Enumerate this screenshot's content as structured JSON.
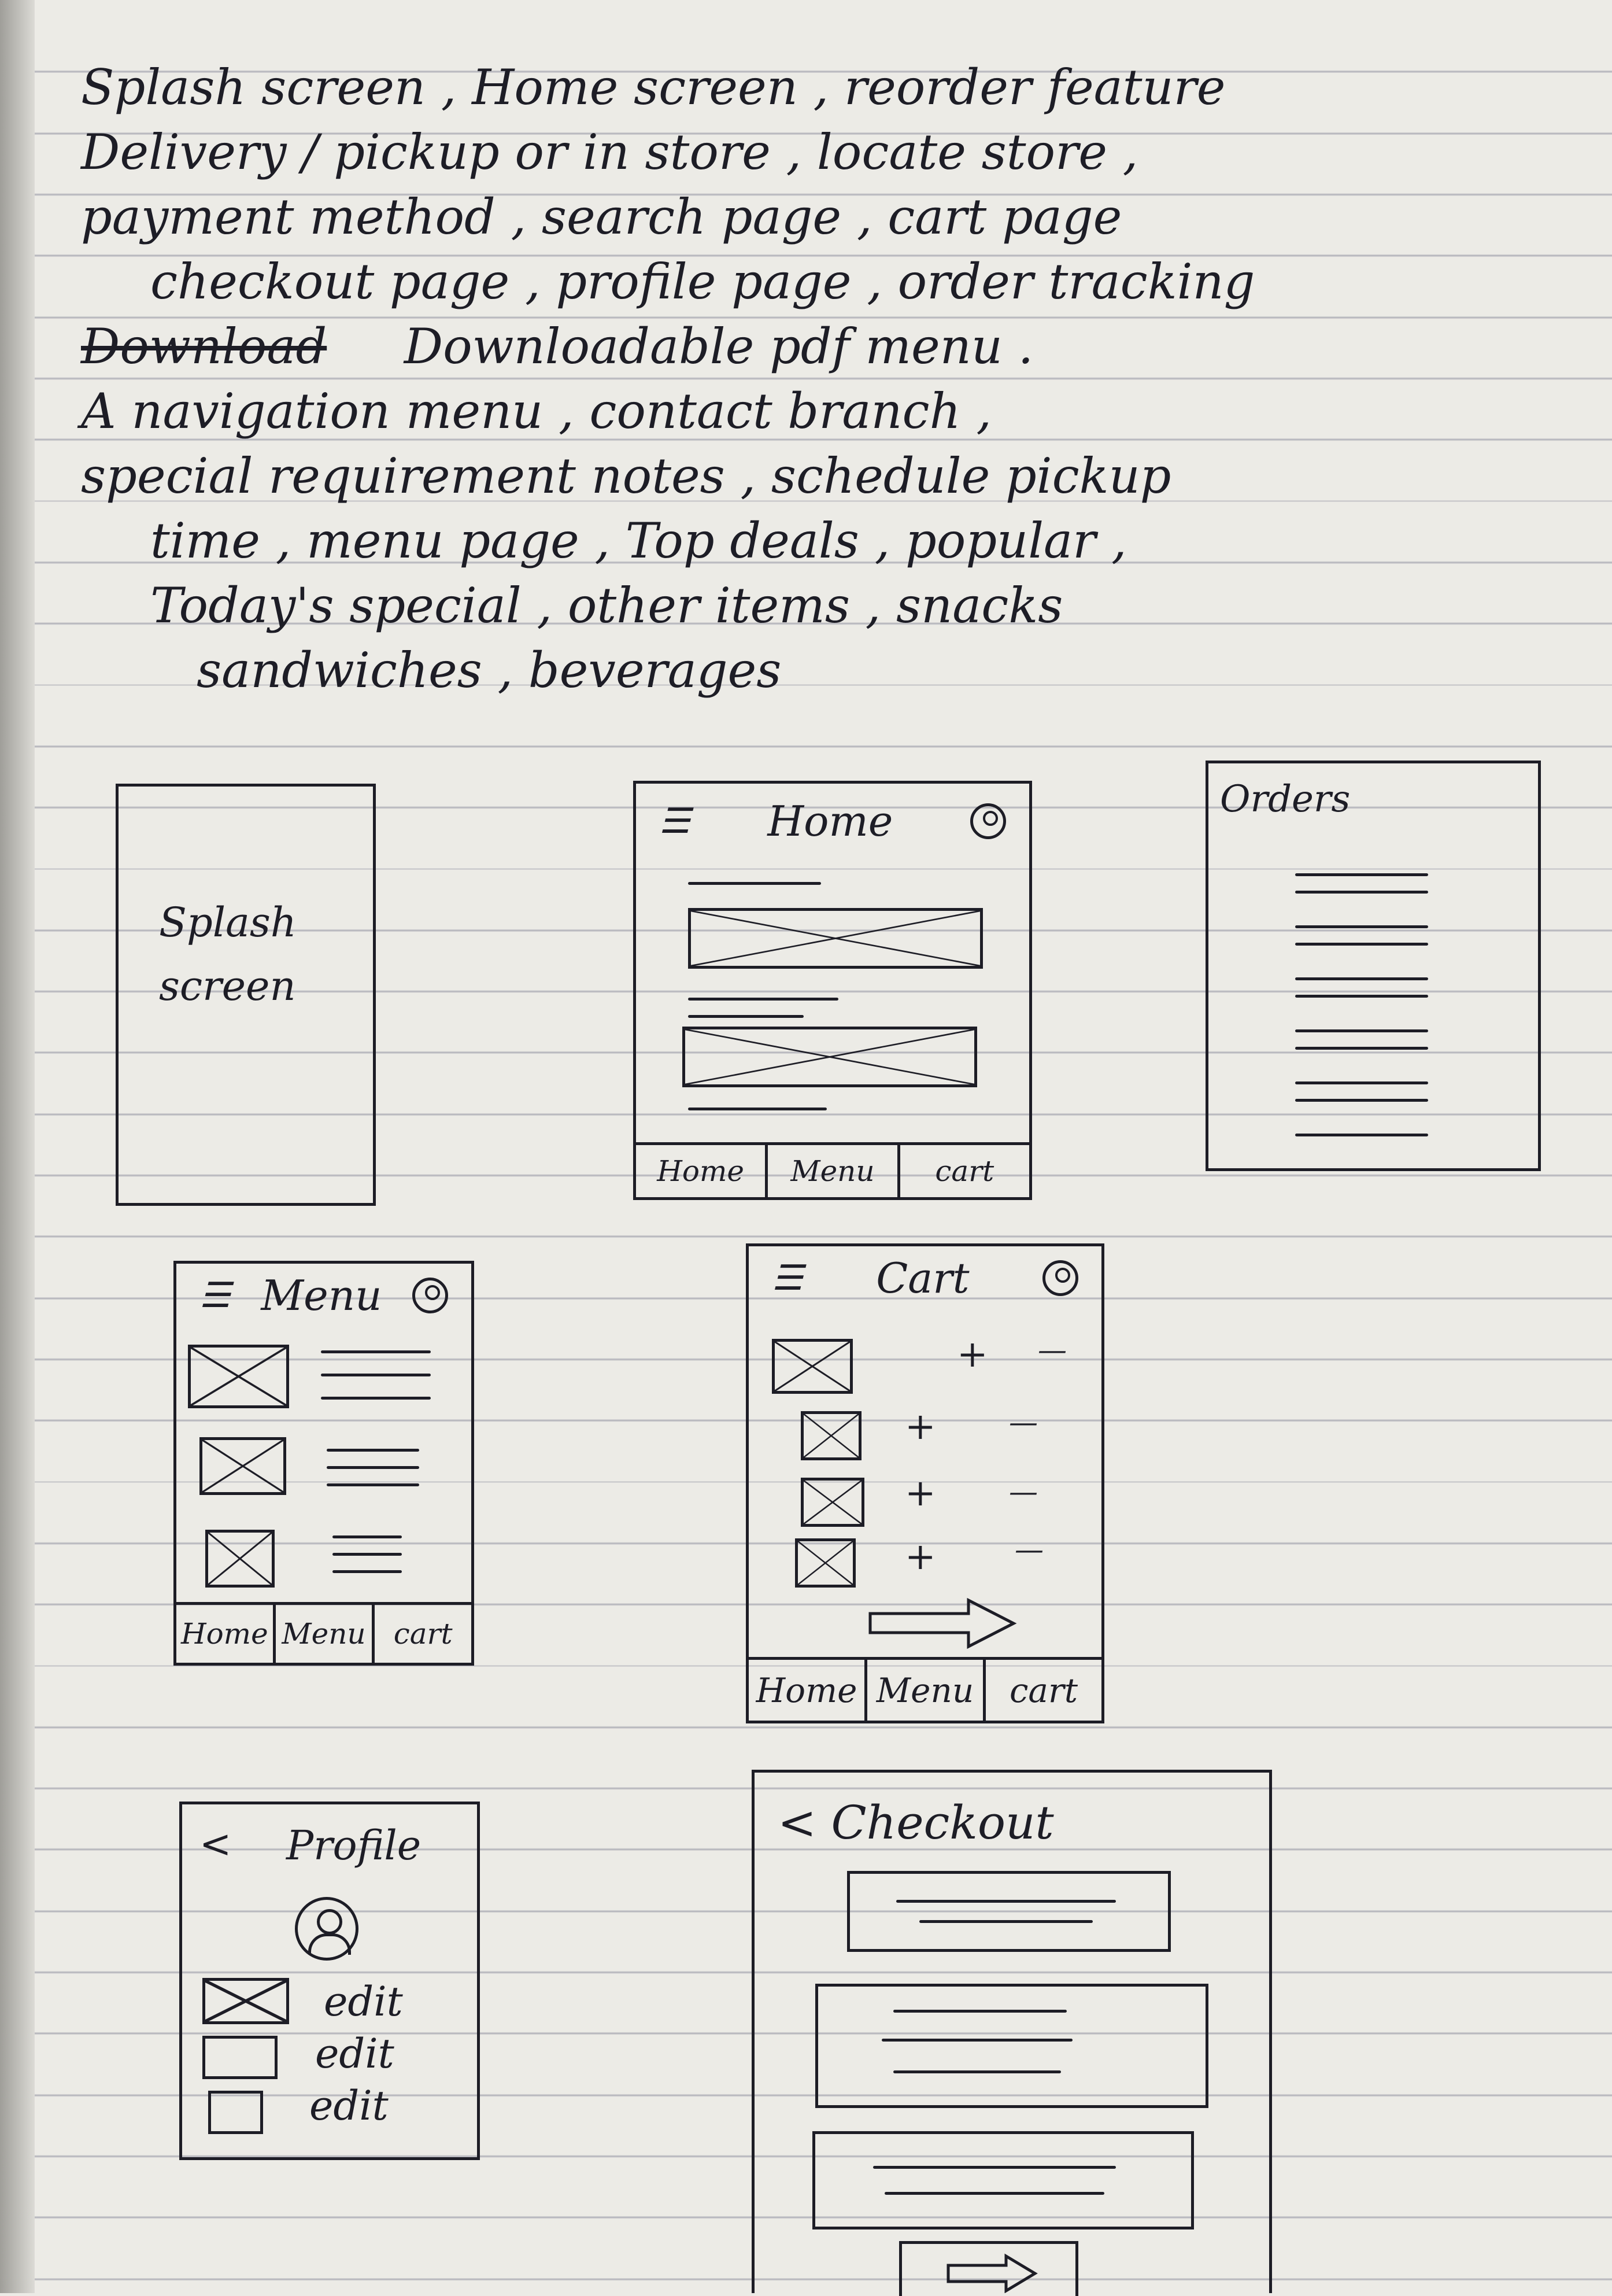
{
  "notes": [
    "Splash screen , Home screen , reorder feature",
    "Delivery / pickup or in store , locate store ,",
    "payment method , search page , cart page",
    "checkout page , profile page , order tracking",
    "Download",
    "Downloadable pdf menu .",
    "A navigation menu , contact branch ,",
    "special requirement notes , schedule pickup",
    "time , menu page , Top deals , popular ,",
    "Today's special , other items , snacks",
    "sandwiches , beverages"
  ],
  "splash": {
    "label_1": "Splash",
    "label_2": "screen"
  },
  "home": {
    "title": "Home"
  },
  "orders": {
    "title": "Orders"
  },
  "menu": {
    "title": "Menu"
  },
  "cart": {
    "title": "Cart",
    "plus": "+",
    "minus": "—"
  },
  "profile": {
    "back": "<",
    "title": "Profile",
    "edit": "edit"
  },
  "checkout": {
    "title": "< Checkout"
  },
  "tabs": {
    "home": "Home",
    "menu": "Menu",
    "cart": "cart"
  },
  "icons": [
    "hamburger-icon",
    "profile-avatar-icon",
    "image-placeholder-icon",
    "arrow-right-icon",
    "back-icon"
  ]
}
